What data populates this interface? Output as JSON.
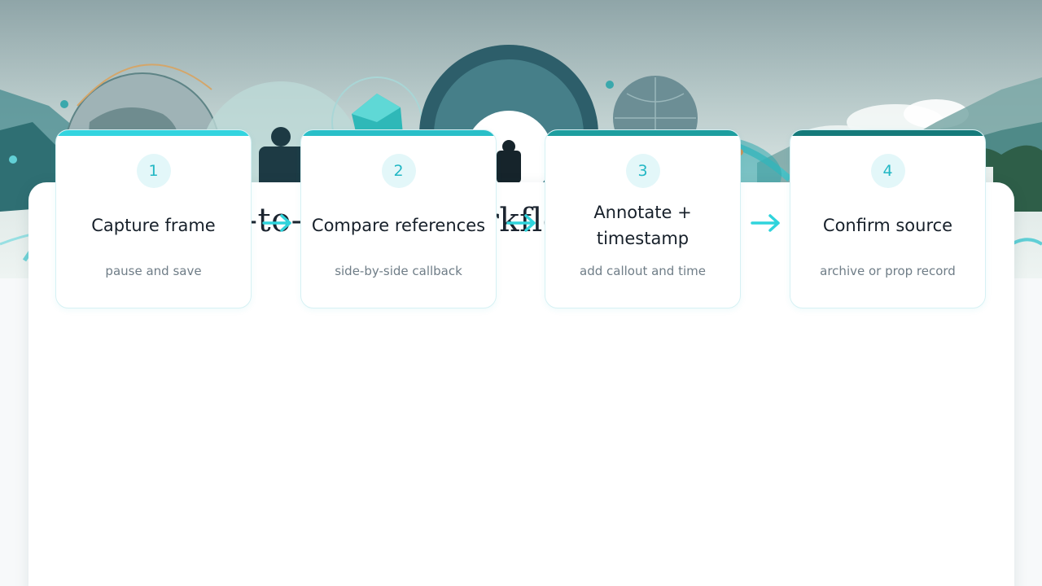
{
  "title": "Screenshot-to-Source Workflow",
  "colors": {
    "accent": "#2fd4dc",
    "step_number_bg": "#e3f7f9",
    "step_number_text": "#22b7c4",
    "arrow": "#2fd4dc"
  },
  "steps": [
    {
      "number": "1",
      "title": "Capture frame",
      "description": "pause and save",
      "bar_color": "#33d4df"
    },
    {
      "number": "2",
      "title": "Compare references",
      "description": "side-by-side callback",
      "bar_color": "#29bfc8"
    },
    {
      "number": "3",
      "title": "Annotate + timestamp",
      "description": "add callout and time",
      "bar_color": "#1d9e9f"
    },
    {
      "number": "4",
      "title": "Confirm source",
      "description": "archive or prop record",
      "bar_color": "#157a7a"
    }
  ],
  "connectors": [
    {
      "icon": "arrow-right-icon"
    },
    {
      "icon": "arrow-right-icon"
    },
    {
      "icon": "arrow-right-icon"
    }
  ]
}
